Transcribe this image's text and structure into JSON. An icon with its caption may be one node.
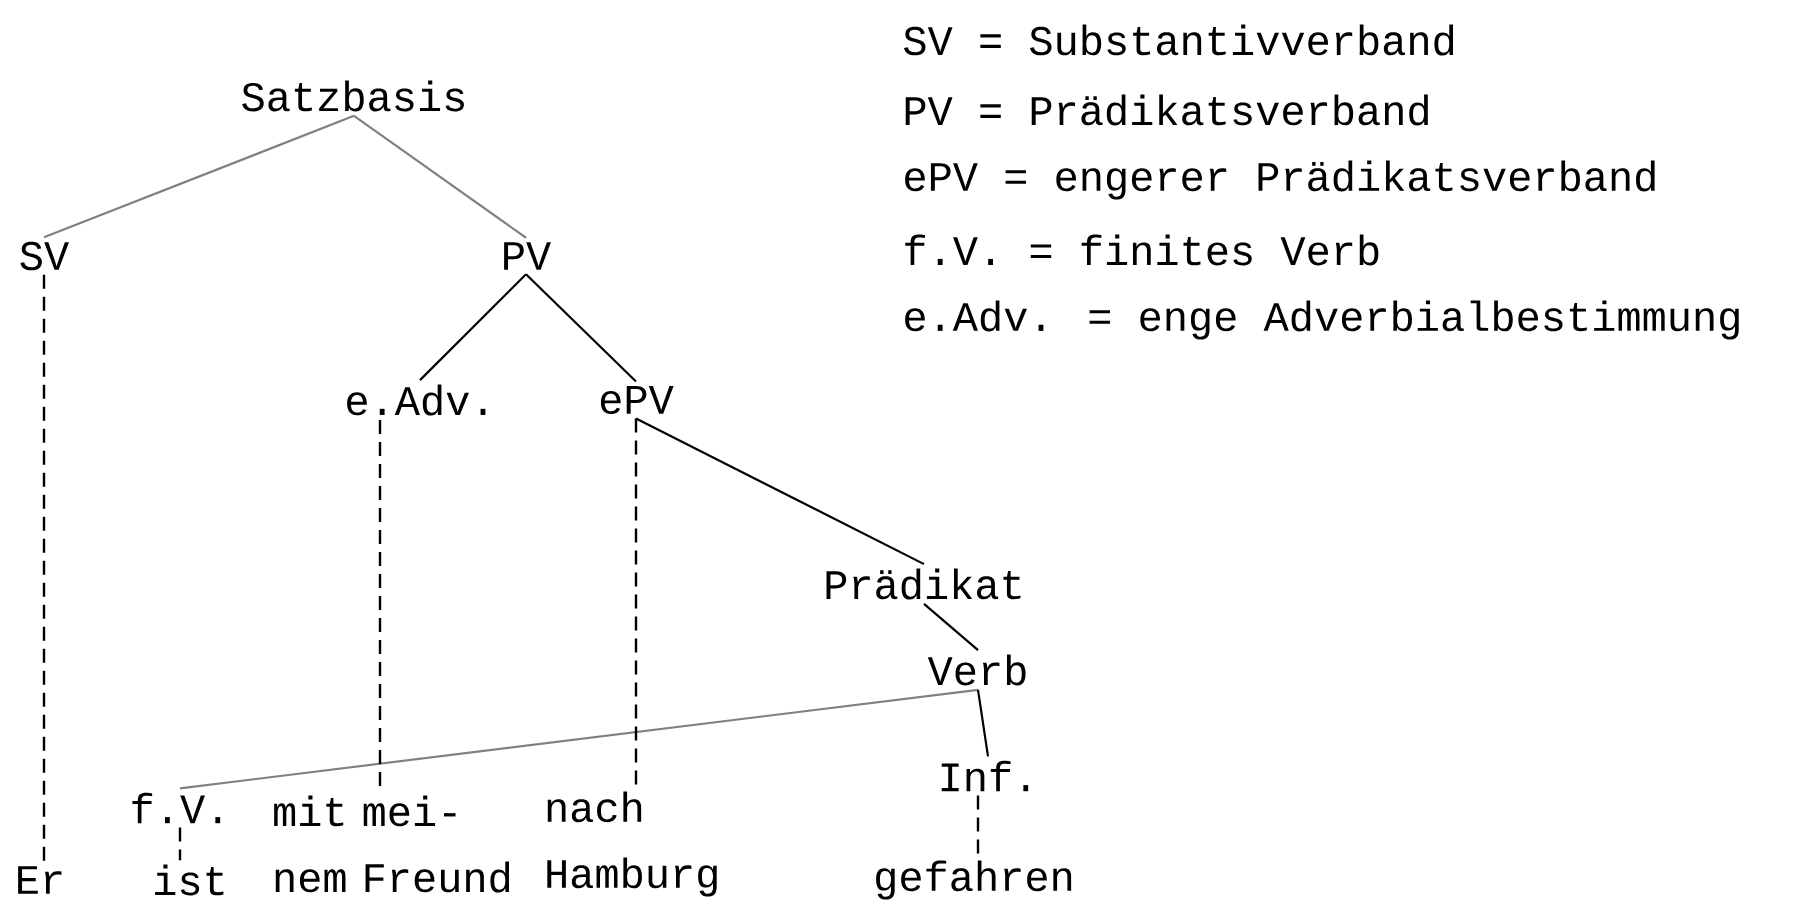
{
  "diagram": {
    "nodes": [
      {
        "text": [
          "Satzbasis"
        ]
      },
      {
        "text": [
          "SV"
        ]
      },
      {
        "text": [
          "PV"
        ]
      },
      {
        "text": [
          "e.Adv."
        ]
      },
      {
        "text": [
          "ePV"
        ]
      },
      {
        "text": [
          "Prädikat"
        ]
      },
      {
        "text": [
          "Verb"
        ]
      },
      {
        "text": [
          "f.V."
        ]
      },
      {
        "text": [
          "Inf."
        ]
      },
      {
        "text": [
          "Er"
        ]
      },
      {
        "text": [
          "ist"
        ]
      },
      {
        "text": [
          "mit mei- nem Freund"
        ]
      },
      {
        "text": [
          "nach Hamburg"
        ]
      },
      {
        "text": [
          "gefahren"
        ]
      }
    ],
    "edges": [
      {
        "from": 0,
        "to": 1,
        "arrow": "none",
        "color": "#808080"
      },
      {
        "from": 0,
        "to": 2,
        "arrow": "none",
        "color": "#808080"
      },
      {
        "from": 2,
        "to": 3,
        "arrow": "none"
      },
      {
        "from": 2,
        "to": 4,
        "arrow": "none"
      },
      {
        "from": 4,
        "to": 5,
        "arrow": "none"
      },
      {
        "from": 5,
        "to": 6,
        "arrow": "none"
      },
      {
        "from": 6,
        "to": 7,
        "arrow": "none",
        "color": "#808080"
      },
      {
        "from": 6,
        "to": 8,
        "arrow": "none"
      },
      {
        "from": 1,
        "to": 9,
        "arrow": "none",
        "style": "dashed"
      },
      {
        "from": 3,
        "to": 11,
        "arrow": "none",
        "style": "dashed"
      },
      {
        "from": 4,
        "to": 12,
        "arrow": "none",
        "style": "dashed"
      },
      {
        "from": 7,
        "to": 10,
        "arrow": "none",
        "style": "dashed"
      },
      {
        "from": 8,
        "to": 13,
        "arrow": "none",
        "style": "dashed"
      }
    ],
    "labels": [
      "SV = Substantivverband",
      "PV = Prädikatsverband",
      "ePV = engerer Prädikatsverband",
      "f.V. = finites Verb",
      "e.Adv. = enge Adverbialbestimmung"
    ]
  }
}
